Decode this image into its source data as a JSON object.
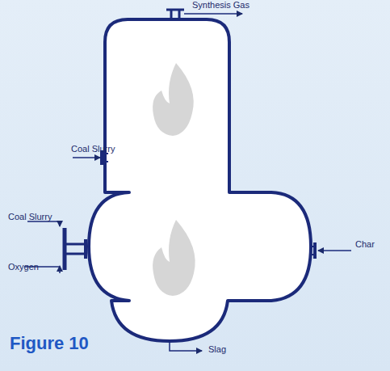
{
  "diagram": {
    "caption": "Figure 10",
    "labels": [
      "Synthesis Gas",
      "Coal Slurry",
      "Coal Slurry",
      "Oxygen",
      "Char",
      "Slag"
    ]
  }
}
